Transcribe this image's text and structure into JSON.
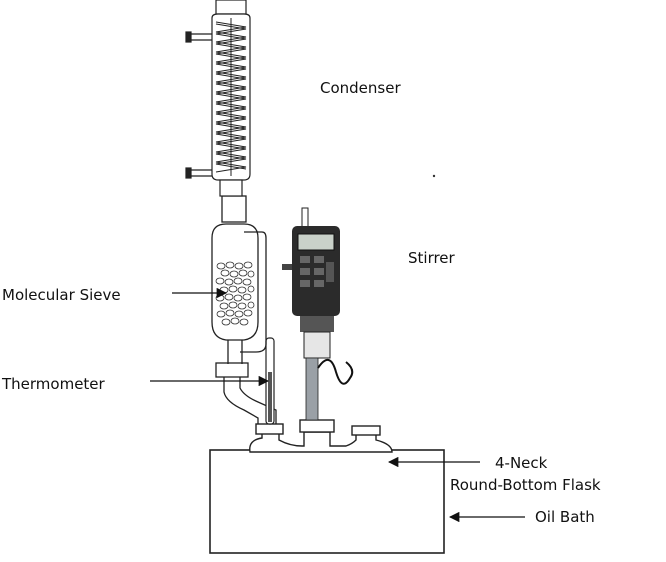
{
  "labels": {
    "condenser": "Condenser",
    "stirrer": "Stirrer",
    "molecular_sieve": "Molecular Sieve",
    "thermometer": "Thermometer",
    "flask_line1": "4-Neck",
    "flask_line2": "Round-Bottom Flask",
    "oil_bath": "Oil Bath"
  },
  "colors": {
    "line": "#222222",
    "glass": "#ffffff",
    "stirrer_body": "#2b2b2b",
    "stirrer_screen": "#c9d1c9",
    "rod": "#9aa0a6",
    "thermometer_liquid": "#555555"
  },
  "icons": {
    "condenser": "coil-condenser-icon",
    "sieve": "molecular-sieve-trap-icon",
    "stirrer": "overhead-stirrer-icon",
    "thermometer": "thermometer-icon",
    "flask": "four-neck-flask-icon",
    "bath": "oil-bath-icon"
  }
}
